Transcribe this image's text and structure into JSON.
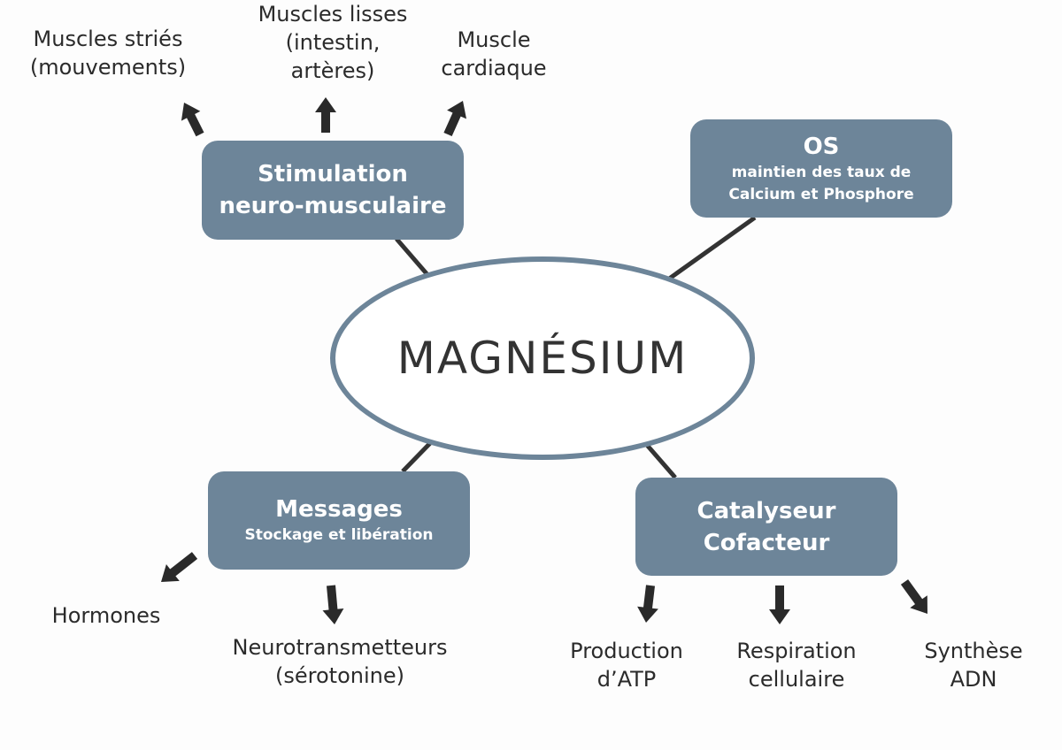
{
  "center": {
    "label": "MAGNÉSIUM"
  },
  "colors": {
    "box": "#6d8599",
    "line": "#333333",
    "text": "#2b2b2b"
  },
  "nodes": {
    "stimulation": {
      "title_line1": "Stimulation",
      "title_line2": "neuro-musculaire"
    },
    "os": {
      "title": "OS",
      "subtitle_line1": "maintien des taux de",
      "subtitle_line2": "Calcium et Phosphore"
    },
    "messages": {
      "title": "Messages",
      "subtitle": "Stockage et libération"
    },
    "catalyseur": {
      "title_line1": "Catalyseur",
      "title_line2": "Cofacteur"
    }
  },
  "leaves": {
    "muscles_stries": {
      "line1": "Muscles striés",
      "line2": "(mouvements)"
    },
    "muscles_lisses": {
      "line1": "Muscles lisses",
      "line2": "(intestin,",
      "line3": "artères)"
    },
    "muscle_cardiaque": {
      "line1": "Muscle",
      "line2": "cardiaque"
    },
    "hormones": {
      "line1": "Hormones"
    },
    "neurotransmetteurs": {
      "line1": "Neurotransmetteurs",
      "line2": "(sérotonine)"
    },
    "production_atp": {
      "line1": "Production",
      "line2": "d’ATP"
    },
    "respiration": {
      "line1": "Respiration",
      "line2": "cellulaire"
    },
    "synthese_adn": {
      "line1": "Synthèse",
      "line2": "ADN"
    }
  }
}
